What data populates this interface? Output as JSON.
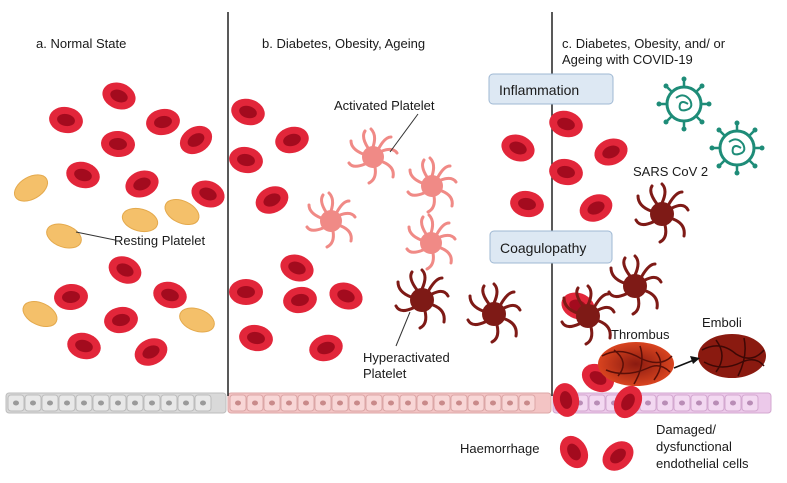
{
  "panels": {
    "a": {
      "title": "a. Normal State"
    },
    "b": {
      "title": "b. Diabetes, Obesity, Ageing"
    },
    "c": {
      "title_line1": "c. Diabetes, Obesity, and/ or",
      "title_line2": "Ageing with COVID-19"
    }
  },
  "labels": {
    "resting_platelet": "Resting Platelet",
    "activated_platelet": "Activated Platelet",
    "hyperactivated_platelet_line1": "Hyperactivated",
    "hyperactivated_platelet_line2": "Platelet",
    "inflammation": "Inflammation",
    "coagulopathy": "Coagulopathy",
    "sars_cov_2": "SARS CoV 2",
    "thrombus": "Thrombus",
    "emboli": "Emboli",
    "haemorrhage": "Haemorrhage",
    "damaged_line1": "Damaged/",
    "damaged_line2": "dysfunctional",
    "damaged_line3": "endothelial cells"
  },
  "colors": {
    "rbc": "#d8132a",
    "rbc_dark": "#a80c1f",
    "resting_platelet": "#f4c06a",
    "activated_platelet": "#f08a86",
    "hyperactivated_platelet": "#7e1a16",
    "virus": "#1e8c78",
    "endothelium_normal": "#d9d9d9",
    "endothelium_inflamed": "#f3c4c4",
    "endothelium_damaged": "#e8c4e6",
    "label_box": "#dde8f3"
  }
}
